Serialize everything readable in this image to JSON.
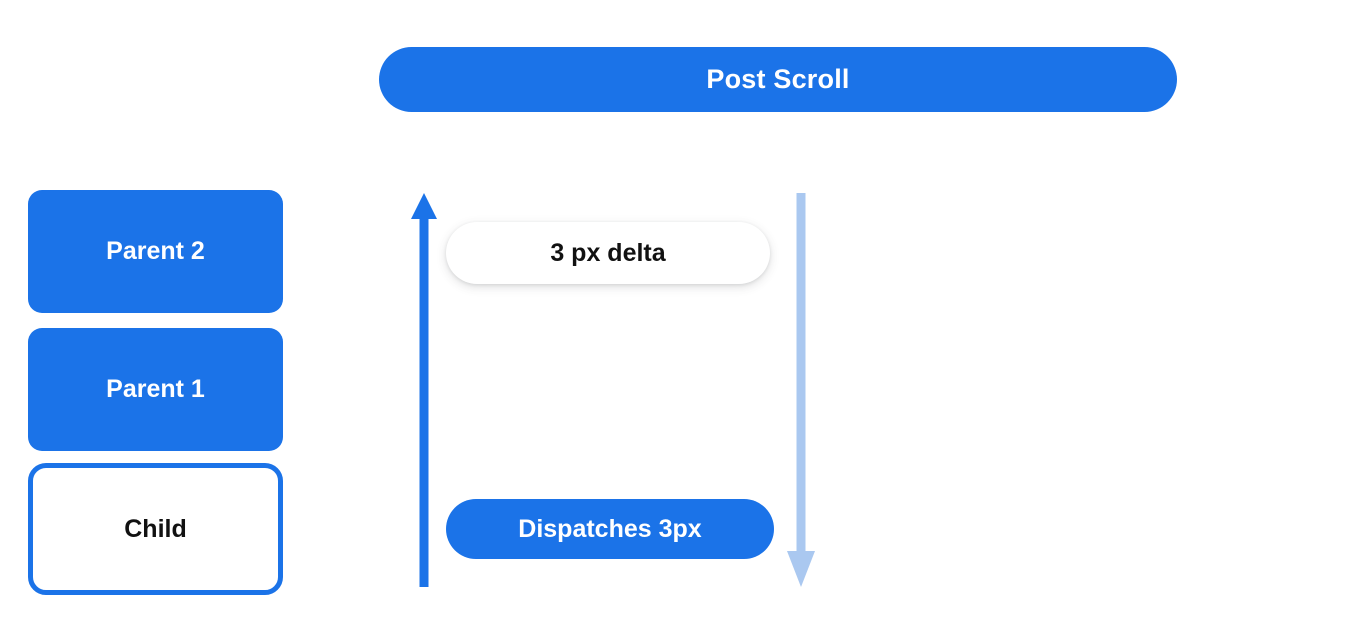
{
  "diagram": {
    "title": "Post Scroll",
    "background_color": "#ffffff",
    "accent_color": "#1b73e8",
    "muted_accent_color": "#aac8f0",
    "nodes": [
      {
        "label": "Parent 2",
        "style": "filled"
      },
      {
        "label": "Parent 1",
        "style": "filled"
      },
      {
        "label": "Child",
        "style": "outlined"
      }
    ],
    "arrows": [
      {
        "name": "scroll-propagation-up-arrow",
        "direction": "up",
        "color": "#1b73e8"
      },
      {
        "name": "scroll-delta-down-arrow",
        "direction": "down",
        "color": "#aac8f0"
      }
    ],
    "callouts": [
      {
        "label": "3 px delta",
        "style": "white-pill"
      },
      {
        "label": "Dispatches 3px",
        "style": "blue-pill"
      }
    ]
  }
}
